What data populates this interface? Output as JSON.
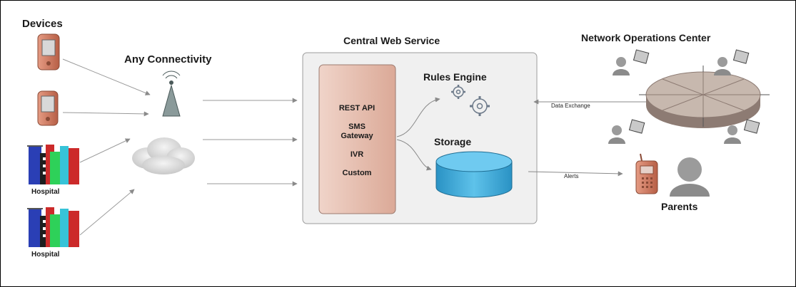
{
  "labels": {
    "devices": "Devices",
    "connectivity": "Any Connectivity",
    "central": "Central Web Service",
    "noc": "Network Operations Center",
    "rules_engine": "Rules Engine",
    "storage": "Storage",
    "parents": "Parents",
    "data_exchange": "Data Exchange",
    "alerts": "Alerts"
  },
  "api_items": [
    "REST API",
    "SMS",
    "Gateway",
    "IVR",
    "Custom"
  ],
  "hospitals": [
    "Hospital",
    "Hospital"
  ],
  "colors": {
    "api_panel": "#e9c3b5",
    "storage": "#3aa8d6",
    "service_box": "#f0f0f0",
    "device": "#d9826a",
    "person": "#9b9b9b"
  },
  "icons": [
    "phone-device-icon",
    "antenna-icon",
    "cloud-icon",
    "hospital-icon",
    "gear-icon",
    "database-icon",
    "computer-user-icon",
    "mobile-phone-icon",
    "parent-icon"
  ]
}
